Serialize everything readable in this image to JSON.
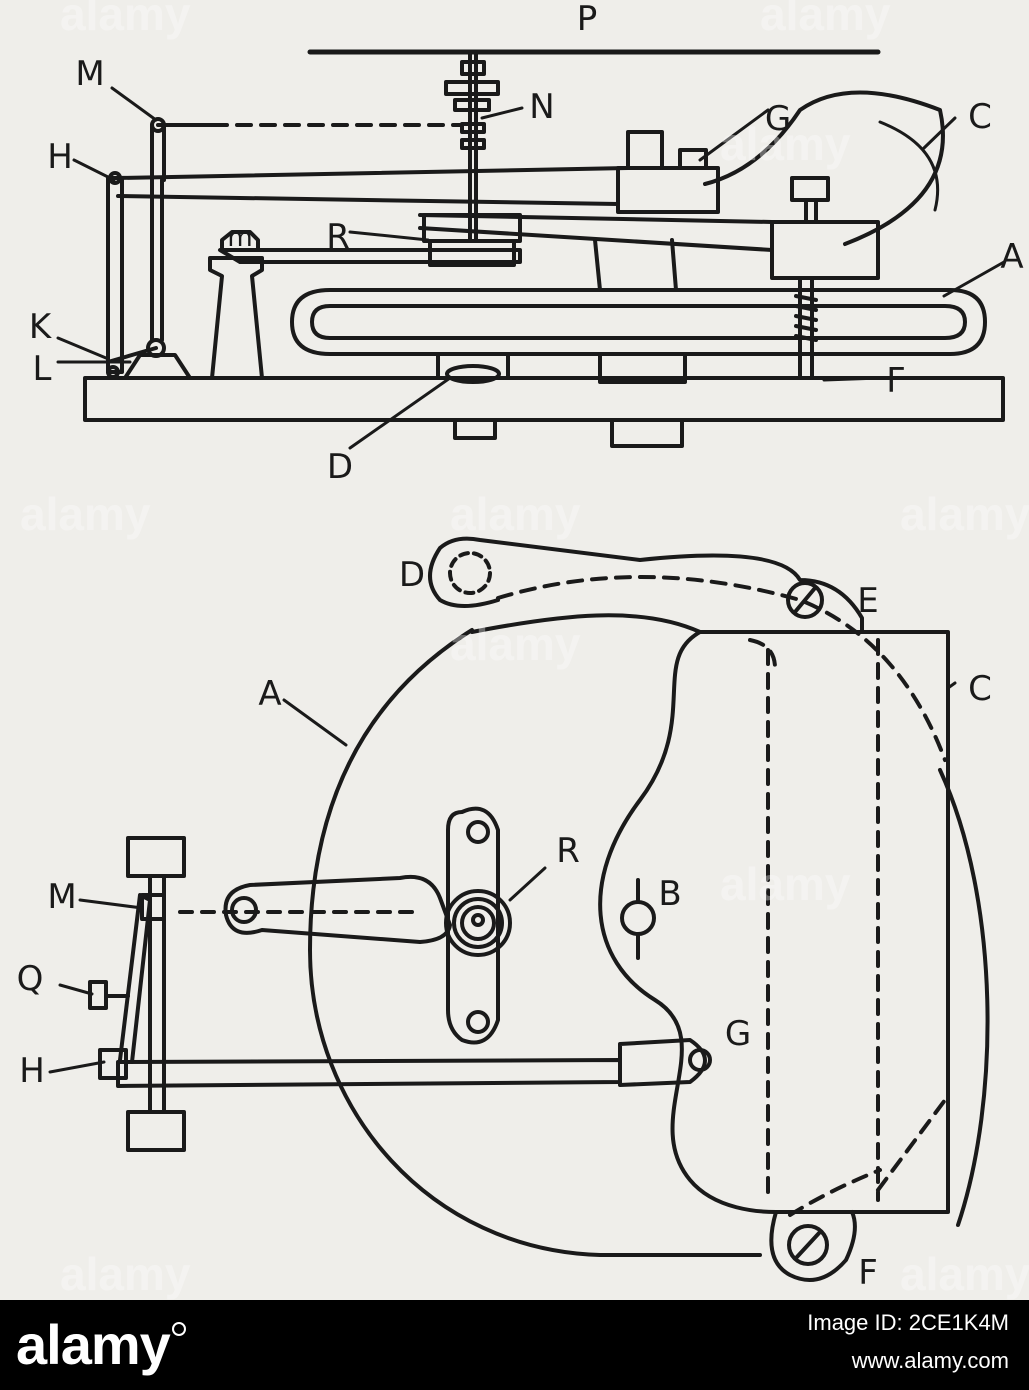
{
  "figure": {
    "top_labels": {
      "P": "P",
      "M": "M",
      "N": "N",
      "G": "G",
      "C": "C",
      "H": "H",
      "R": "R",
      "A": "A",
      "K": "K",
      "L": "L",
      "F": "F",
      "D": "D",
      "m": "m"
    },
    "bottom_labels": {
      "D": "D",
      "E": "E",
      "C": "C",
      "A": "A",
      "R": "R",
      "B": "B",
      "M": "M",
      "Q": "Q",
      "H": "H",
      "G": "G",
      "F": "F"
    },
    "watermark": "alamy"
  },
  "footer": {
    "brand": "alamy",
    "image_id": "Image ID: 2CE1K4M",
    "site": "www.alamy.com"
  }
}
